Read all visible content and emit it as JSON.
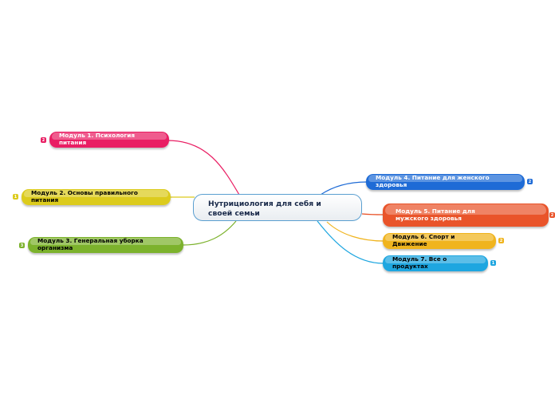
{
  "central": {
    "label": "Нутрициология для себя и своей семьи"
  },
  "modules": [
    {
      "id": "m1",
      "label": "Модуль 1. Психология питания",
      "color": "#e91e63",
      "text_color": "#ffffff",
      "badge": "2"
    },
    {
      "id": "m2",
      "label": "Модуль 2. Основы правильного питания",
      "color": "#dccb1d",
      "text_color": "#000000",
      "badge": "1"
    },
    {
      "id": "m3",
      "label": "Модуль 3. Генеральная уборка организма",
      "color": "#7cb22c",
      "text_color": "#000000",
      "badge": "3"
    },
    {
      "id": "m4",
      "label": "Модуль 4. Питание для женского здоровья",
      "color": "#1e6bd6",
      "text_color": "#ffffff",
      "badge": "2"
    },
    {
      "id": "m5",
      "label": "Модуль 5. Питание для мужского здоровья",
      "color": "#e9542a",
      "text_color": "#ffffff",
      "badge": "2"
    },
    {
      "id": "m6",
      "label": "Модуль 6. Спорт и Движение",
      "color": "#f0b41e",
      "text_color": "#000000",
      "badge": "2"
    },
    {
      "id": "m7",
      "label": "Модуль 7. Все о продуктах",
      "color": "#1ea6e0",
      "text_color": "#000000",
      "badge": "1"
    }
  ]
}
